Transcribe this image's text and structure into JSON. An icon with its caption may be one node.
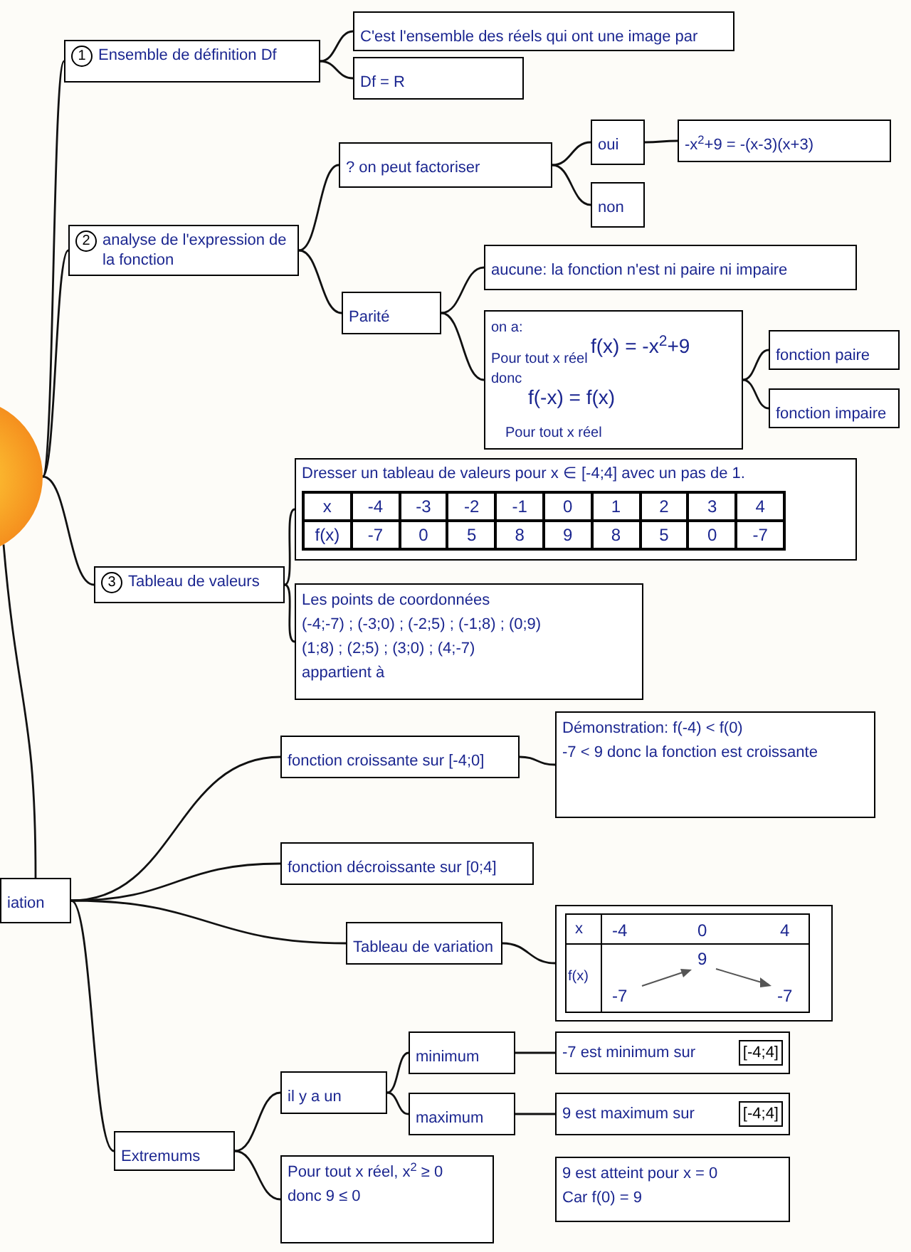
{
  "diagram": {
    "nodes": [
      {
        "text": [],
        "shape": "circle"
      },
      {
        "text": [
          "1",
          "Ensemble de définition Df"
        ]
      },
      {
        "text": [
          "C'est l'ensemble des réels qui ont une image par"
        ]
      },
      {
        "text": [
          "Df = R"
        ]
      },
      {
        "text": [
          "2",
          "analyse de l'expression de la fonction"
        ]
      },
      {
        "text": [
          "? on peut factoriser"
        ]
      },
      {
        "text": [
          "oui"
        ]
      },
      {
        "text": [
          "non"
        ]
      },
      {
        "text": [
          "-x$^{2}$+9 = -(x-3)(x+3)"
        ]
      },
      {
        "text": [
          "Parité"
        ]
      },
      {
        "text": [
          "aucune: la fonction n'est ni paire ni impaire"
        ]
      },
      {
        "text": [
          "on a:",
          "Pour tout x réel",
          "f(x) = -x$^{2}$+9",
          "donc",
          "f(-x) = f(x)",
          "Pour tout x réel"
        ]
      },
      {
        "text": [
          "fonction paire"
        ]
      },
      {
        "text": [
          "fonction impaire"
        ]
      },
      {
        "text": [
          "3",
          "Tableau de valeurs"
        ]
      },
      {
        "text": [
          "Dresser un tableau de valeurs pour x ∈ [-4;4] avec un pas de 1."
        ]
      },
      {
        "text": [
          "Les points de coordonnées",
          "(-4;-7) ; (-3;0) ; (-2;5) ; (-1;8) ; (0;9)",
          "(1;8) ; (2;5) ; (3;0) ; (4;-7)",
          "appartient à"
        ]
      },
      {
        "text": [
          "iation"
        ]
      },
      {
        "text": [
          "fonction croissante sur [-4;0]"
        ]
      },
      {
        "text": [
          "Démonstration: f(-4) < f(0)",
          "-7 < 9 donc la fonction est croissante"
        ]
      },
      {
        "text": [
          "fonction décroissante sur [0;4]"
        ]
      },
      {
        "text": [
          "Tableau de variation"
        ]
      },
      {
        "text": [],
        "shape": "box"
      },
      {
        "text": [
          "Extremums"
        ]
      },
      {
        "text": [
          "il y a un"
        ]
      },
      {
        "text": [
          "minimum"
        ]
      },
      {
        "text": [
          "maximum"
        ]
      },
      {
        "text": [
          "-7 est minimum sur",
          "[-4;4]"
        ]
      },
      {
        "text": [
          "9 est maximum sur",
          "[-4;4]"
        ]
      },
      {
        "text": [
          "Pour tout x réel, x$^{2}$ ≥ 0",
          "donc 9 ≤ 0"
        ]
      },
      {
        "text": [
          "9 est atteint pour x = 0",
          "Car f(0) = 9"
        ]
      }
    ],
    "edges": [
      {
        "from": 0,
        "to": 1,
        "arrow": "none"
      },
      {
        "from": 0,
        "to": 4,
        "arrow": "none"
      },
      {
        "from": 0,
        "to": 14,
        "arrow": "none"
      },
      {
        "from": 0,
        "to": 17,
        "arrow": "none"
      },
      {
        "from": 1,
        "to": 2,
        "arrow": "none"
      },
      {
        "from": 1,
        "to": 3,
        "arrow": "none"
      },
      {
        "from": 4,
        "to": 5,
        "arrow": "none"
      },
      {
        "from": 4,
        "to": 9,
        "arrow": "none"
      },
      {
        "from": 5,
        "to": 6,
        "arrow": "none"
      },
      {
        "from": 5,
        "to": 7,
        "arrow": "none"
      },
      {
        "from": 6,
        "to": 8,
        "arrow": "none"
      },
      {
        "from": 9,
        "to": 10,
        "arrow": "none"
      },
      {
        "from": 9,
        "to": 11,
        "arrow": "none"
      },
      {
        "from": 11,
        "to": 12,
        "arrow": "none"
      },
      {
        "from": 11,
        "to": 13,
        "arrow": "none"
      },
      {
        "from": 14,
        "to": 15,
        "arrow": "none"
      },
      {
        "from": 14,
        "to": 16,
        "arrow": "none"
      },
      {
        "from": 17,
        "to": 18,
        "arrow": "none"
      },
      {
        "from": 17,
        "to": 20,
        "arrow": "none"
      },
      {
        "from": 17,
        "to": 21,
        "arrow": "none"
      },
      {
        "from": 17,
        "to": 23,
        "arrow": "none"
      },
      {
        "from": 18,
        "to": 19,
        "arrow": "none"
      },
      {
        "from": 21,
        "to": 22,
        "arrow": "none"
      },
      {
        "from": 23,
        "to": 24,
        "arrow": "none"
      },
      {
        "from": 23,
        "to": 29,
        "arrow": "none"
      },
      {
        "from": 24,
        "to": 25,
        "arrow": "none"
      },
      {
        "from": 24,
        "to": 26,
        "arrow": "none"
      },
      {
        "from": 25,
        "to": 27,
        "arrow": "none"
      },
      {
        "from": 26,
        "to": 28,
        "arrow": "none"
      }
    ],
    "labels": [
      "x",
      "-4",
      "-3",
      "-2",
      "-1",
      "0",
      "1",
      "2",
      "3",
      "4",
      "f(x)",
      "-7",
      "0",
      "5",
      "8",
      "9",
      "8",
      "5",
      "0",
      "-7",
      "x",
      "-4",
      "0",
      "4",
      "f(x)",
      "9",
      "-7",
      "-7"
    ]
  }
}
